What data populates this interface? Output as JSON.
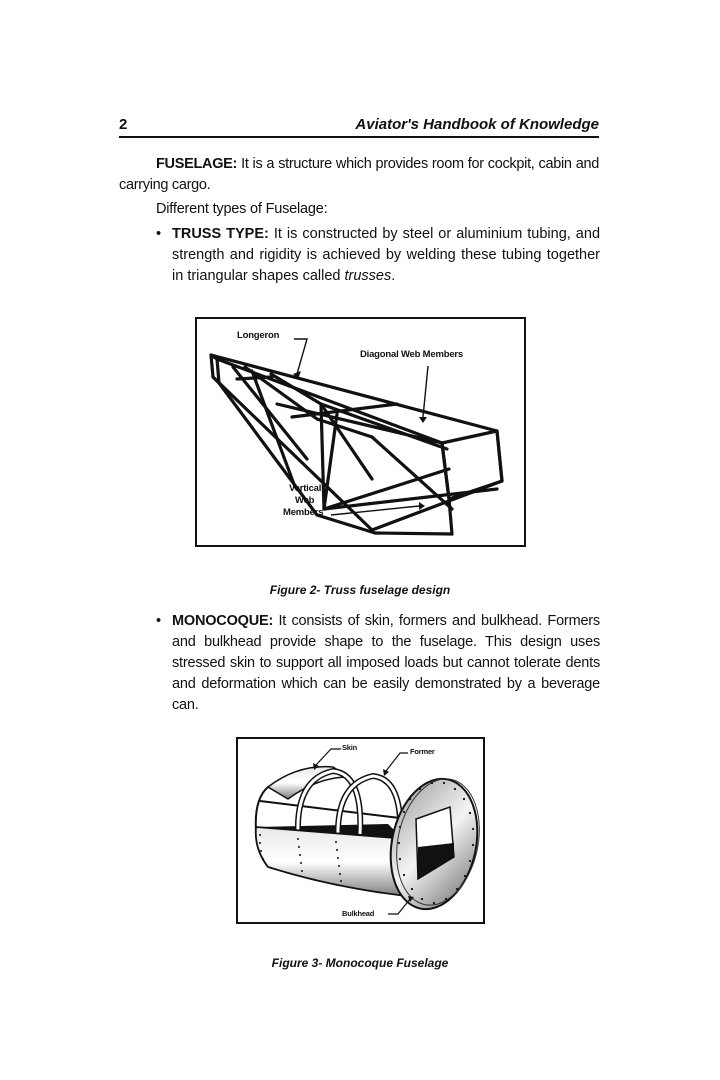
{
  "header": {
    "page_number": "2",
    "running_title": "Aviator's Handbook of Knowledge"
  },
  "body": {
    "fuselage_term": "FUSELAGE:",
    "fuselage_text": " It is a structure which provides room for cockpit, cabin and carrying cargo.",
    "types_intro": "Different types of Fuselage:",
    "bullets": [
      {
        "bullet": "•",
        "term": "TRUSS TYPE:",
        "text": " It is constructed by steel or aluminium tubing, and strength and rigidity is achieved by welding these tubing together in triangular shapes called ",
        "emphasis": "trusses",
        "tail": "."
      },
      {
        "bullet": "•",
        "term": "MONOCOQUE:",
        "text": " It consists of skin, formers and bulkhead. Formers and bulkhead provide shape to the fuselage. This design uses stressed skin to support all imposed loads but cannot tolerate dents and deformation which can be easily demonstrated by a beverage can."
      }
    ]
  },
  "figures": [
    {
      "caption": "Figure 2- Truss fuselage design",
      "labels": {
        "longeron": "Longeron",
        "diagonal": "Diagonal Web Members",
        "vertical_1": "Vertical",
        "vertical_2": "Web",
        "vertical_3": "Members"
      }
    },
    {
      "caption": "Figure 3- Monocoque Fuselage",
      "labels": {
        "skin": "Skin",
        "former": "Former",
        "bulkhead": "Bulkhead"
      }
    }
  ]
}
